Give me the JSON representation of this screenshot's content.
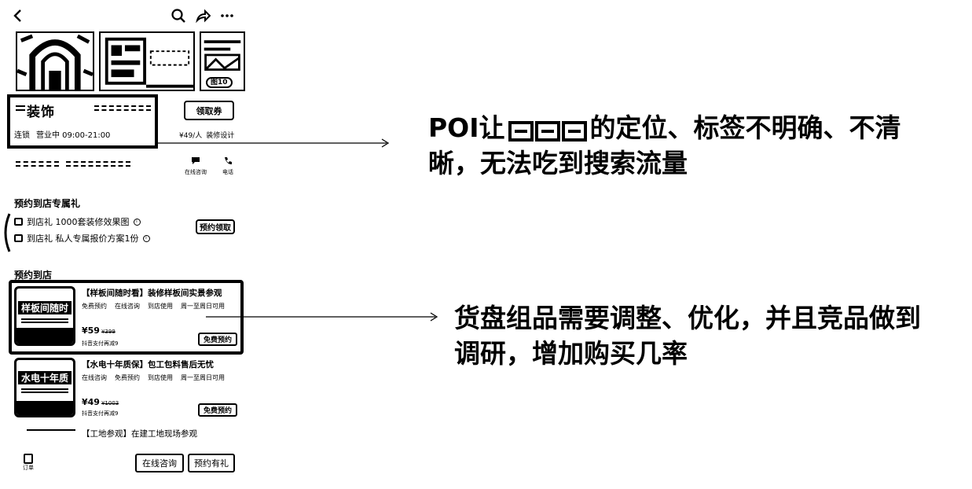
{
  "topbar": {
    "back_icon": "chevron-left-icon",
    "search_icon": "search-icon",
    "share_icon": "share-icon",
    "more_icon": "more-icon"
  },
  "images": {
    "badge_text": "图10"
  },
  "store": {
    "name": "装饰",
    "type": "连锁",
    "hours": "营业中 09:00-21:00",
    "price": "¥49/人",
    "category": "装修设计",
    "action_label": "领取券",
    "consult_label": "在线咨询",
    "phone_label": "电话"
  },
  "gifts": {
    "section_title": "预约到店专属礼",
    "items": [
      {
        "label": "到店礼 1000套装修效果图"
      },
      {
        "label": "到店礼 私人专属报价方案1份"
      }
    ],
    "claim_label": "预约领取"
  },
  "deals": {
    "section_title": "预约到店",
    "items": [
      {
        "thumb_label": "样板间随时",
        "title": "【样板间随时看】装修样板间实景参观",
        "tags": [
          "免费预约",
          "在线咨询",
          "到店使用",
          "周一至周日可用"
        ],
        "price": "¥59",
        "orig_price": "¥399",
        "note": "抖音支付再减9",
        "btn": "免费预约"
      },
      {
        "thumb_label": "水电十年质",
        "title": "【水电十年质保】包工包料售后无忧",
        "tags": [
          "在线咨询",
          "免费预约",
          "到店使用",
          "周一至周日可用"
        ],
        "price": "¥49",
        "orig_price": "¥1003",
        "note": "抖音支付再减9",
        "btn": "免费预约"
      },
      {
        "title": "【工地参观】在建工地现场参观"
      }
    ]
  },
  "bottombar": {
    "order_label": "订单",
    "consult_label": "在线咨询",
    "book_label": "预约有礼"
  },
  "annotations": {
    "first_line1": "POI让",
    "first_line1_tail": "的定位、标签不明确、不清",
    "first_line2": "晰，无法吃到搜索流量",
    "second_line1": "货盘组品需要调整、优化，并且竞品做到",
    "second_line2": "调研，增加购买几率"
  }
}
